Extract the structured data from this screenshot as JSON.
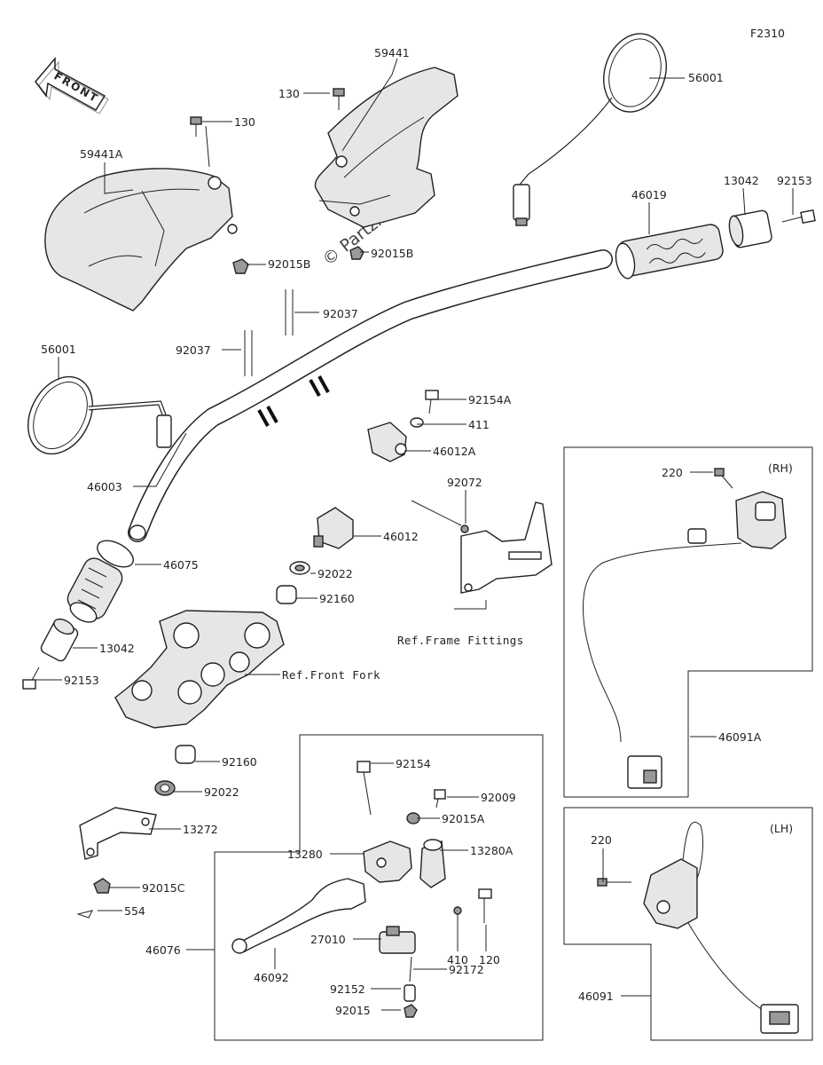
{
  "diagram_code": "F2310",
  "front_arrow_label": "FRONT",
  "watermark": "© Partzilla.com",
  "part_labels": {
    "p59441": "59441",
    "p130_top": "130",
    "p130_left": "130",
    "p59441A": "59441A",
    "p92015B_left": "92015B",
    "p92015B_right": "92015B",
    "p56001_right": "56001",
    "p46019": "46019",
    "p13042_top": "13042",
    "p92153_top": "92153",
    "p92037_right": "92037",
    "p92037_left": "92037",
    "p56001_left": "56001",
    "p92154A": "92154A",
    "p411": "411",
    "p46012A": "46012A",
    "p46003": "46003",
    "p92072": "92072",
    "p46012": "46012",
    "p46075": "46075",
    "p92022_top": "92022",
    "p92160_top": "92160",
    "p13042_bottom": "13042",
    "p92153_bottom": "92153",
    "p92160_bottom": "92160",
    "p92022_bottom": "92022",
    "p13272": "13272",
    "p92015C": "92015C",
    "p554": "554",
    "p46076": "46076",
    "p92154": "92154",
    "p92009": "92009",
    "p92015A": "92015A",
    "p13280": "13280",
    "p13280A": "13280A",
    "p410": "410",
    "p120": "120",
    "p27010": "27010",
    "p92172": "92172",
    "p46092": "46092",
    "p92152": "92152",
    "p92015_bottom": "92015",
    "p220_rh": "220",
    "p46091A": "46091A",
    "p220_lh": "220",
    "p46091": "46091"
  },
  "reference_labels": {
    "frame_fittings": "Ref.Frame Fittings",
    "front_fork": "Ref.Front Fork"
  },
  "box_labels": {
    "rh": "(RH)",
    "lh": "(LH)"
  }
}
